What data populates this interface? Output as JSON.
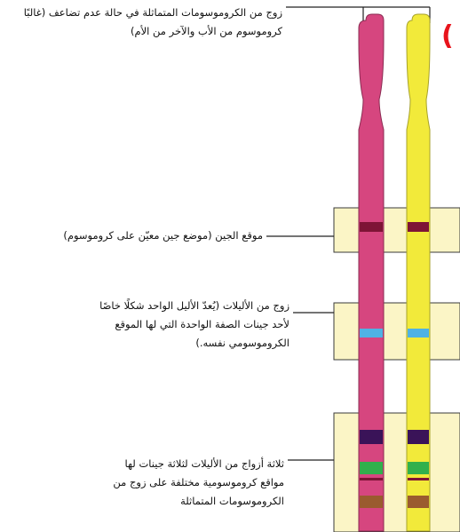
{
  "labels": {
    "homologous_pair": "زوج من الكروموسومات المتماثلة في حالة عدم تضاعف (غالبًا كروموسوم من الأب والآخر من الأم)",
    "gene_locus": "موقع الجين (موضع جين معيّن على كروموسوم)",
    "allele_pair": "زوج من الأليلات (يُعدّ الأليل الواحد شكلًا خاصًا لأحد جينات الصفة الواحدة التي لها الموقع الكروموسومي نفسه.)",
    "three_allele_pairs": "ثلاثة أزواج من الأليلات لثلاثة جينات لها مواقع كروموسومية مختلفة على زوج من الكروموسومات المتماثلة"
  },
  "edge_marker": "(",
  "colors": {
    "left_chromosome": "#d6467f",
    "right_chromosome": "#f2ea3a",
    "band_dark_red": "#7e1436",
    "band_light_blue": "#4fb2e4",
    "band_purple": "#3a1358",
    "band_green": "#31b04c",
    "band_brown": "#9a5b2f",
    "box_fill": "#fbf5c6",
    "marker_red": "#e8141c"
  }
}
